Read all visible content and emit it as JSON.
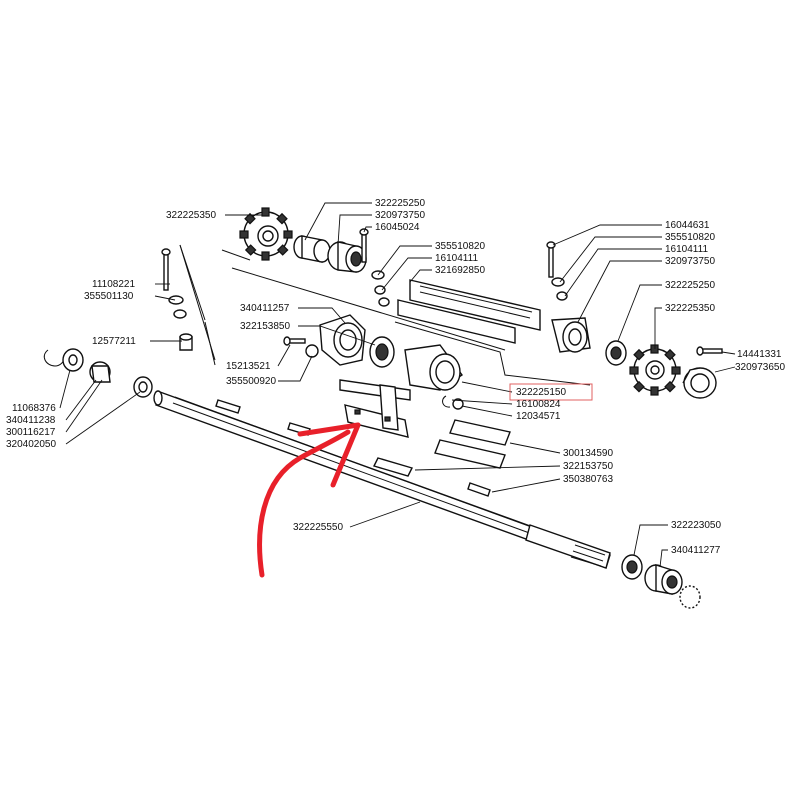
{
  "labels": {
    "p322225350": "322225350",
    "p322225250_top": "322225250",
    "p320973750_top": "320973750",
    "p16045024": "16045024",
    "p355510820_mid": "355510820",
    "p16104111_mid": "16104111",
    "p321692850": "321692850",
    "p11108221": "11108221",
    "p355501130": "355501130",
    "p340411257": "340411257",
    "p322153850": "322153850",
    "p12577211": "12577211",
    "p15213521": "15213521",
    "p355500920": "355500920",
    "p11068376": "11068376",
    "p340411238": "340411238",
    "p300116217": "300116217",
    "p320402050": "320402050",
    "p16044631": "16044631",
    "p355510820_right": "355510820",
    "p16104111_right": "16104111",
    "p320973750_right": "320973750",
    "p322225250_right": "322225250",
    "p322225350_right": "322225350",
    "p14441331": "14441331",
    "p320973650": "320973650",
    "p322225150": "322225150",
    "p16100824": "16100824",
    "p12034571": "12034571",
    "p300134590": "300134590",
    "p322153750": "322153750",
    "p350380763": "350380763",
    "p322225550": "322225550",
    "p322223050": "322223050",
    "p340411277": "340411277"
  },
  "colors": {
    "highlight_box": "#e06060",
    "arrow": "#e8202a",
    "line": "#111111"
  }
}
